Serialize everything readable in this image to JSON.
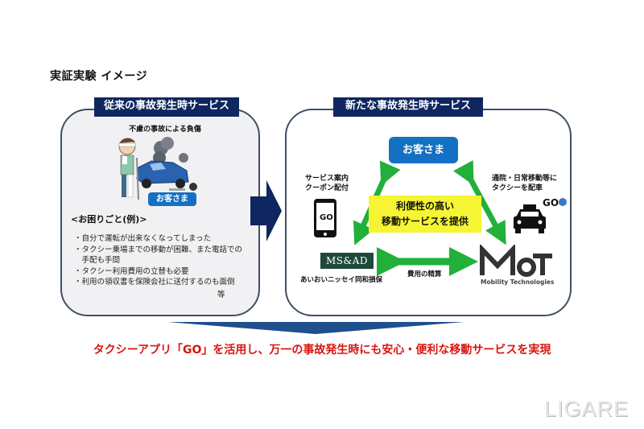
{
  "title": "実証実験 イメージ",
  "colors": {
    "header_navy": "#0f2660",
    "customer_blue": "#1470c2",
    "arrow_green": "#22b03a",
    "highlight_yellow": "#f5f533",
    "conclusion_red": "#d9140f",
    "msad_green": "#1f4a3a"
  },
  "left_panel": {
    "header": "従来の事故発生時サービス",
    "caption": "不慮の事故による負傷",
    "illustration": "injured-person-crashed-car",
    "customer_badge": "お客さま",
    "troubles_title": "<お困りごと(例)>",
    "troubles": [
      "・自分で運転が出来なくなってしまった",
      "・タクシー乗場までの移動が困難、また電話での",
      "　手配も手間",
      "・タクシー利用費用の立替も必要",
      "・利用の領収書を保険会社に送付するのも面倒"
    ],
    "troubles_etc": "等"
  },
  "right_panel": {
    "header": "新たな事故発生時サービス",
    "customer_badge": "お客さま",
    "center_text_line1": "利便性の高い",
    "center_text_line2": "移動サービスを提供",
    "coupon_label_line1": "サービス案内",
    "coupon_label_line2": "クーポン配付",
    "ride_label_line1": "通院・日常移動等に",
    "ride_label_line2": "タクシーを配車",
    "app_logo": "GO",
    "taxi_sign": "TAXI",
    "msad_logo": "MS&AD",
    "msad_name": "あいおいニッセイ同和損保",
    "fee_label": "費用の精算",
    "mot_logo": "MoT",
    "mot_name": "Mobility Technologies"
  },
  "conclusion": "タクシーアプリ「GO」を活用し、万一の事故発生時にも安心・便利な移動サービスを実現",
  "watermark": "LIGARE"
}
